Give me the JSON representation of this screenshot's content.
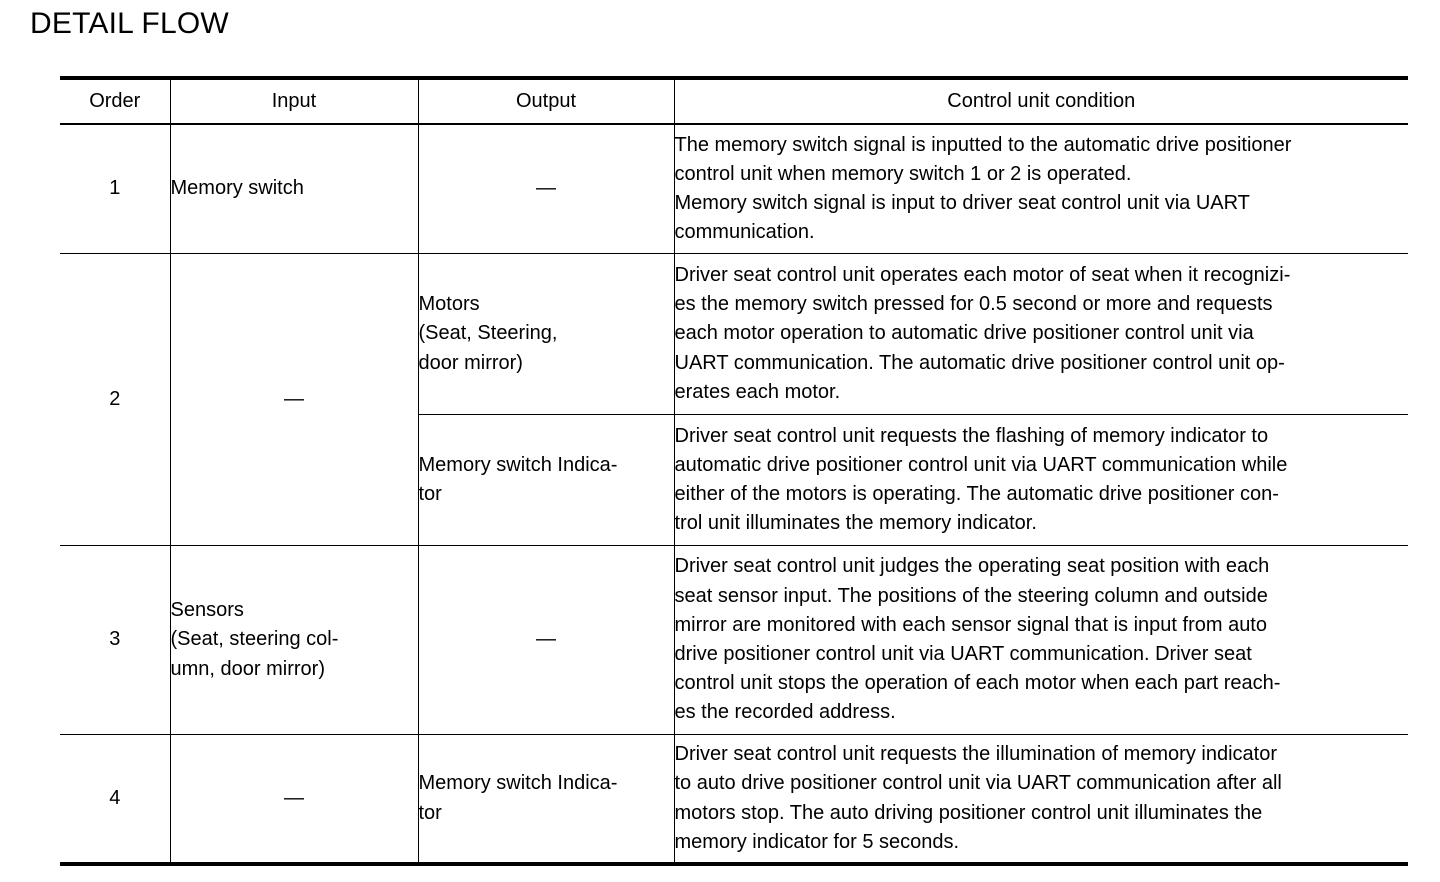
{
  "title": "DETAIL FLOW",
  "table": {
    "headers": [
      "Order",
      "Input",
      "Output",
      "Control unit condition"
    ],
    "rows": [
      {
        "order": "1",
        "input": "Memory switch",
        "outputs": [
          {
            "output": "—",
            "condition": "The memory switch signal is inputted to the automatic drive positioner\ncontrol unit when memory switch 1 or 2 is operated.\nMemory switch signal is input to driver seat control unit via UART\ncommunication."
          }
        ]
      },
      {
        "order": "2",
        "input": "—",
        "outputs": [
          {
            "output": "Motors\n(Seat, Steering,\ndoor mirror)",
            "condition": "Driver seat control unit operates each motor of seat when it recognizi-\nes the memory switch pressed for 0.5 second or more and requests\neach motor operation to automatic drive positioner control unit via\nUART communication. The automatic drive positioner control unit op-\nerates each motor."
          },
          {
            "output": "Memory switch Indica-\ntor",
            "condition": "Driver seat control unit requests the flashing of memory indicator to\nautomatic drive positioner control unit via UART communication while\neither of the motors is operating. The automatic drive positioner con-\ntrol unit illuminates the memory indicator."
          }
        ]
      },
      {
        "order": "3",
        "input": "Sensors\n(Seat, steering col-\numn, door mirror)",
        "outputs": [
          {
            "output": "—",
            "condition": "Driver seat control unit judges the operating seat position with each\nseat sensor input. The positions of the steering column and outside\nmirror are monitored with each sensor signal that is input from auto\ndrive positioner control unit via UART communication. Driver seat\ncontrol unit stops the operation of each motor when each part reach-\nes the recorded address."
          }
        ]
      },
      {
        "order": "4",
        "input": "—",
        "outputs": [
          {
            "output": "Memory switch Indica-\ntor",
            "condition": "Driver seat control unit requests the illumination of memory indicator\nto auto drive positioner control unit via UART communication after all\nmotors stop. The auto driving positioner control unit illuminates the\nmemory indicator for 5 seconds."
          }
        ]
      }
    ]
  }
}
